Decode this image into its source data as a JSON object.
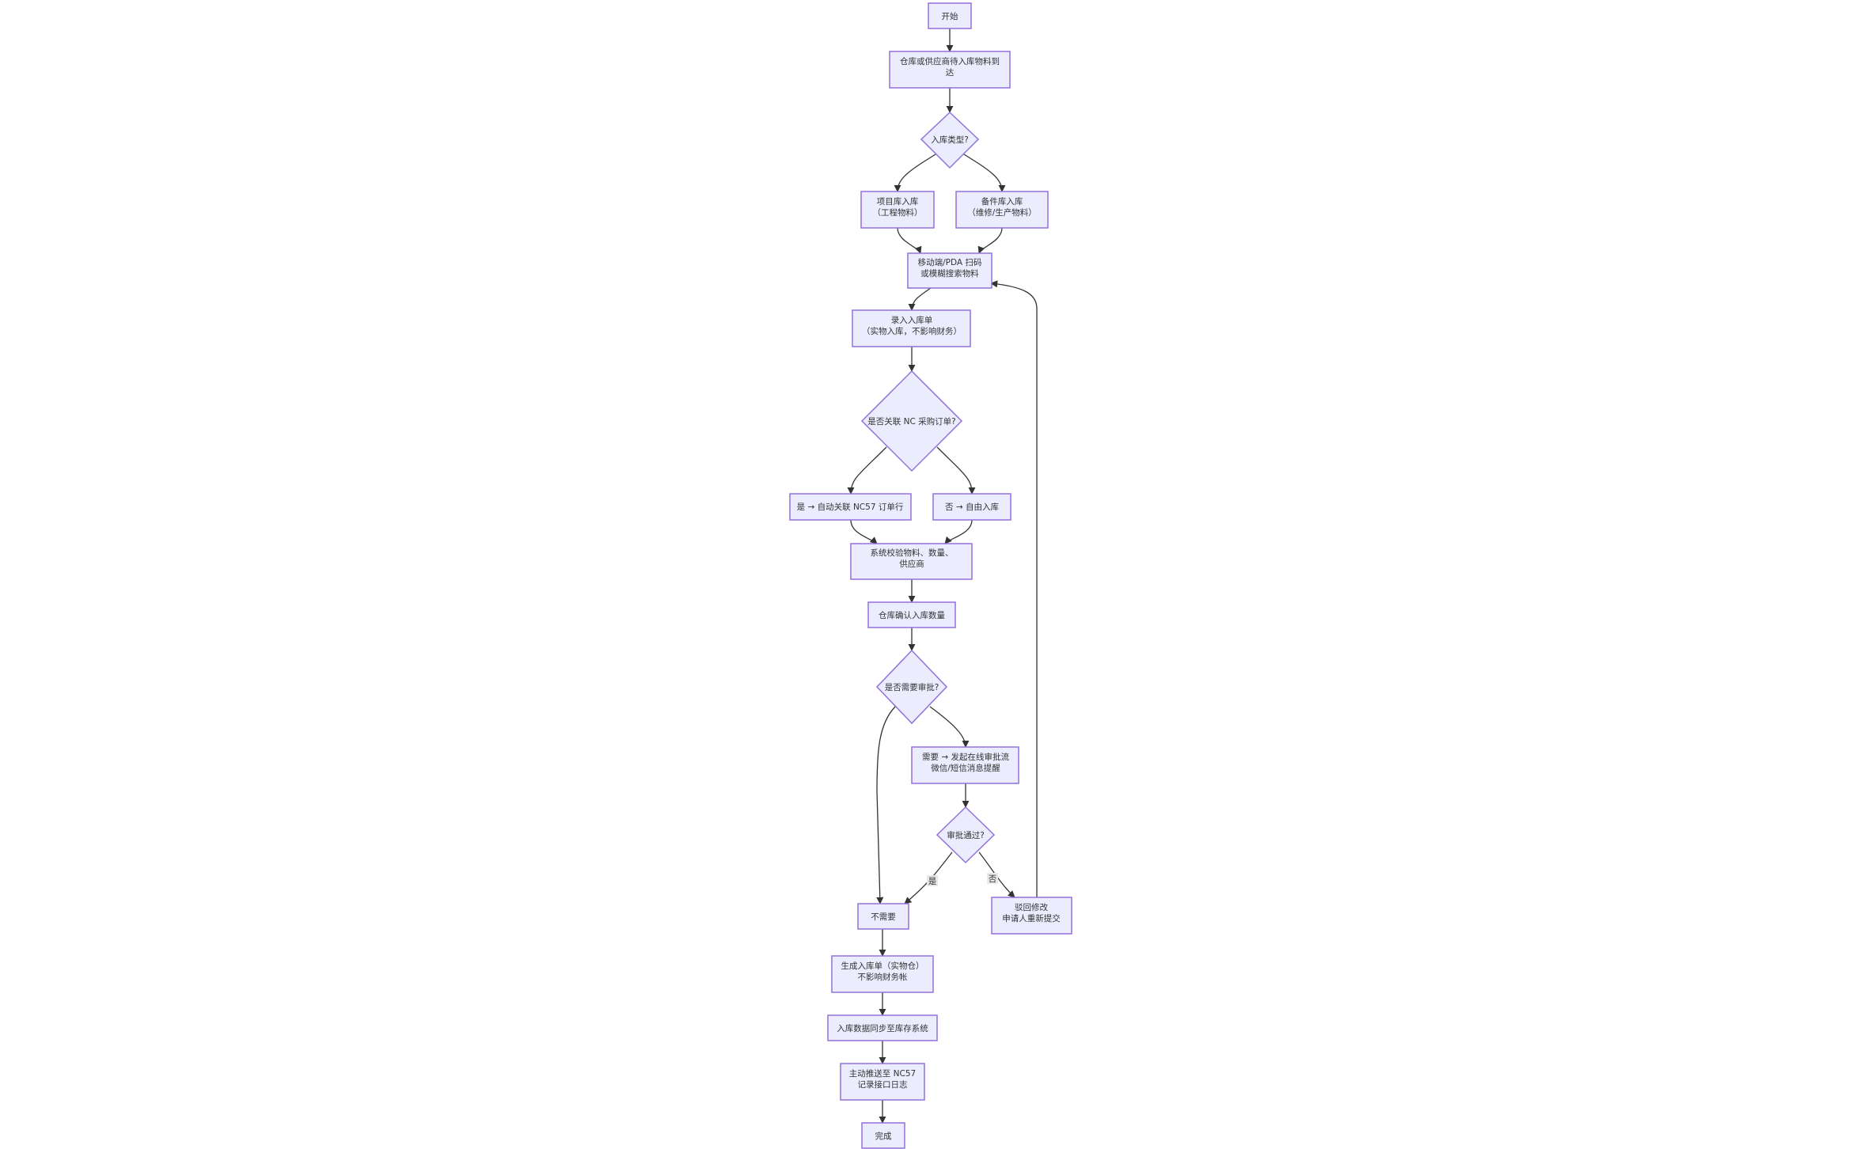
{
  "nodes": [
    {
      "id": "start",
      "label": "开始"
    },
    {
      "id": "arrive",
      "label": "仓库或供应商待入库物料到达"
    },
    {
      "id": "type",
      "label": "入库类型?"
    },
    {
      "id": "proj",
      "label": "项目库入库\n（工程物料）"
    },
    {
      "id": "spare",
      "label": "备件库入库\n（维修/生产物料）"
    },
    {
      "id": "scan",
      "label": "移动端/PDA 扫码\n或模糊搜索物料"
    },
    {
      "id": "entry",
      "label": "录入入库单\n（实物入库，不影响财务）"
    },
    {
      "id": "nc",
      "label": "是否关联 NC 采购订单?"
    },
    {
      "id": "yesnc",
      "label": "是 → 自动关联 NC57 订单行"
    },
    {
      "id": "nonc",
      "label": "否 → 自由入库"
    },
    {
      "id": "verify",
      "label": "系统校验物料、数量、供应商"
    },
    {
      "id": "confirm",
      "label": "仓库确认入库数量"
    },
    {
      "id": "needapp",
      "label": "是否需要审批?"
    },
    {
      "id": "need",
      "label": "需要 → 发起在线审批流\n微信/短信消息提醒"
    },
    {
      "id": "passed",
      "label": "审批通过?"
    },
    {
      "id": "noneed",
      "label": "不需要"
    },
    {
      "id": "reject",
      "label": "驳回修改\n申请人重新提交"
    },
    {
      "id": "gen",
      "label": "生成入库单（实物仓）\n不影响财务帐"
    },
    {
      "id": "sync",
      "label": "入库数据同步至库存系统"
    },
    {
      "id": "push",
      "label": "主动推送至 NC57\n记录接口日志"
    },
    {
      "id": "done",
      "label": "完成"
    }
  ],
  "edge_labels": {
    "yes": "是",
    "no": "否"
  }
}
